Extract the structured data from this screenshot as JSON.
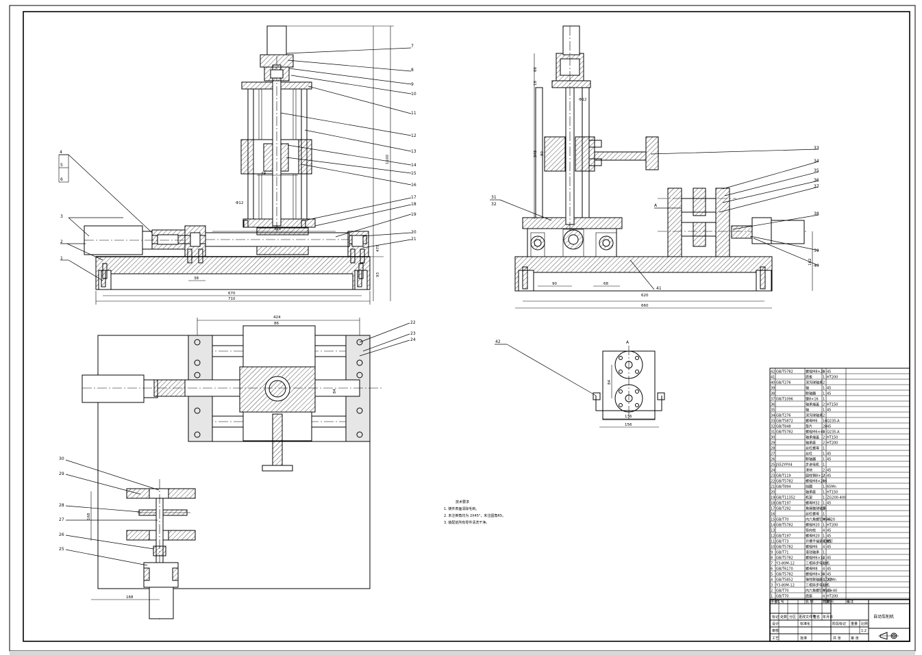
{
  "drawing": {
    "part_labels_front": [
      "7",
      "8",
      "9",
      "10",
      "11",
      "12",
      "13",
      "14",
      "15",
      "16",
      "17",
      "18",
      "19",
      "20",
      "21"
    ],
    "part_labels_left": [
      "4",
      "5",
      "6",
      "3",
      "2",
      "1"
    ],
    "part_labels_side": [
      "33",
      "34",
      "35",
      "36",
      "37",
      "38",
      "39",
      "40",
      "41",
      "31",
      "32",
      "A"
    ],
    "part_labels_top": [
      "22",
      "23",
      "24"
    ],
    "part_labels_detail": [
      "30",
      "29",
      "28",
      "27",
      "26",
      "25"
    ],
    "part_label_aux": "42",
    "aux_view_letter": "A",
    "dims_front": [
      "670",
      "710",
      "38",
      "320",
      "49",
      "Φ12",
      "1100",
      "93",
      "475"
    ],
    "dims_side": [
      "66",
      "18",
      "Φ12",
      "345",
      "80",
      "90",
      "68",
      "620",
      "660",
      "162"
    ],
    "dims_top": [
      "424",
      "86",
      "84"
    ],
    "dims_detail": [
      "168",
      "168"
    ],
    "dims_aux": [
      "84",
      "156",
      "136"
    ]
  },
  "notes": {
    "title": "技术要求",
    "lines": [
      "1. 铸件表面清除毛刺。",
      "2. 未注倒角均为 2X45°，未注圆角R5。",
      "3. 装配前所有零件清洗干净。"
    ]
  },
  "bom": {
    "rows": [
      [
        "42",
        "GB/T5782",
        "螺栓M8×20",
        "4",
        "45",
        ""
      ],
      [
        "41",
        "",
        "底板",
        "1",
        "HT200",
        ""
      ],
      [
        "40",
        "GB/T276",
        "深沟球轴承",
        "2",
        "",
        ""
      ],
      [
        "39",
        "",
        "轴",
        "1",
        "45",
        ""
      ],
      [
        "38",
        "",
        "联轴器",
        "1",
        "45",
        ""
      ],
      [
        "37",
        "GB/T1096",
        "键8×16",
        "1",
        "",
        ""
      ],
      [
        "36",
        "",
        "轴承端盖",
        "2",
        "HT150",
        ""
      ],
      [
        "35",
        "",
        "轴",
        "1",
        "45",
        ""
      ],
      [
        "34",
        "GB/T276",
        "深沟球轴承",
        "2",
        "",
        ""
      ],
      [
        "33",
        "GB/T5872",
        "螺母M6",
        "16",
        "Q235-A",
        ""
      ],
      [
        "32",
        "GB/T848",
        "垫片",
        "28",
        "45",
        ""
      ],
      [
        "31",
        "GB/T5782",
        "螺栓M6×40",
        "4",
        "Q235-A",
        ""
      ],
      [
        "30",
        "",
        "轴承端盖",
        "2",
        "HT150",
        ""
      ],
      [
        "29",
        "",
        "轴承座",
        "2",
        "HT200",
        ""
      ],
      [
        "28",
        "",
        "丝杠螺母",
        "1",
        "",
        ""
      ],
      [
        "27",
        "",
        "丝杠",
        "1",
        "45",
        ""
      ],
      [
        "26",
        "",
        "联轴器",
        "1",
        "45",
        ""
      ],
      [
        "25",
        "JS52YPX4",
        "步进电机",
        "1",
        "",
        ""
      ],
      [
        "24",
        "",
        "滑块",
        "2",
        "45",
        ""
      ],
      [
        "23",
        "GB/T119",
        "圆柱销8×12",
        "2",
        "45",
        ""
      ],
      [
        "22",
        "GB/T5782",
        "螺栓M8×28",
        "16",
        "",
        ""
      ],
      [
        "21",
        "GB/T894",
        "挡圈",
        "1",
        "65Mn",
        ""
      ],
      [
        "20",
        "",
        "轴承座",
        "1",
        "HT150",
        ""
      ],
      [
        "19",
        "GB/T11352",
        "机架",
        "1",
        "ZG200-400",
        ""
      ],
      [
        "18",
        "GB/T197",
        "螺母M32",
        "1",
        "45",
        ""
      ],
      [
        "17",
        "GB/T292",
        "角接触球轴承",
        "1",
        "",
        ""
      ],
      [
        "16",
        "",
        "丝杠螺母",
        "1",
        "",
        ""
      ],
      [
        "15",
        "GB/T70",
        "内六角螺钉M6×20",
        "4",
        "45",
        ""
      ],
      [
        "14",
        "GB/T5782",
        "螺栓M20",
        "1",
        "HT200",
        ""
      ],
      [
        "13",
        "",
        "导向柱",
        "4",
        "45",
        ""
      ],
      [
        "12",
        "GB/T197",
        "螺母M20",
        "1",
        "45",
        ""
      ],
      [
        "11",
        "GB/T73",
        "开槽平端紧定螺钉",
        "4",
        "45",
        ""
      ],
      [
        "10",
        "GB/T5782",
        "螺栓M6",
        "4",
        "45",
        ""
      ],
      [
        "9",
        "GB/T71",
        "滚动轴承",
        "1",
        "",
        ""
      ],
      [
        "8",
        "GB/T5782",
        "螺栓M6×12",
        "4",
        "45",
        ""
      ],
      [
        "7",
        "Y3-80M-12",
        "三相异步电动机",
        "1",
        "",
        ""
      ],
      [
        "6",
        "GB/T6170",
        "螺母M8",
        "4",
        "45",
        ""
      ],
      [
        "5",
        "GB/T5782",
        "螺栓M8×30",
        "4",
        "45",
        ""
      ],
      [
        "4",
        "GB/T5852",
        "弹性联轴器 LTX2",
        "1",
        "20Mn",
        ""
      ],
      [
        "3",
        "Y3-80M-12",
        "三相异步电动机",
        "1",
        "",
        ""
      ],
      [
        "2",
        "GB/T70",
        "内六角螺钉M10×40",
        "4",
        "45",
        ""
      ],
      [
        "1",
        "GB/T70",
        "底座",
        "4",
        "HT200",
        ""
      ]
    ],
    "header": [
      "序号",
      "代 号",
      "名 称",
      "数量",
      "材料",
      "备注"
    ]
  },
  "titleblock": {
    "name": "自动车削机",
    "cells": [
      "标记",
      "处数",
      "分区",
      "更改文件号",
      "签名",
      "年月日",
      "设计",
      "标准化",
      "审核",
      "工艺",
      "批准",
      "阶段标记",
      "重量",
      "比例",
      "共 张",
      "第 张",
      "1:2"
    ]
  }
}
